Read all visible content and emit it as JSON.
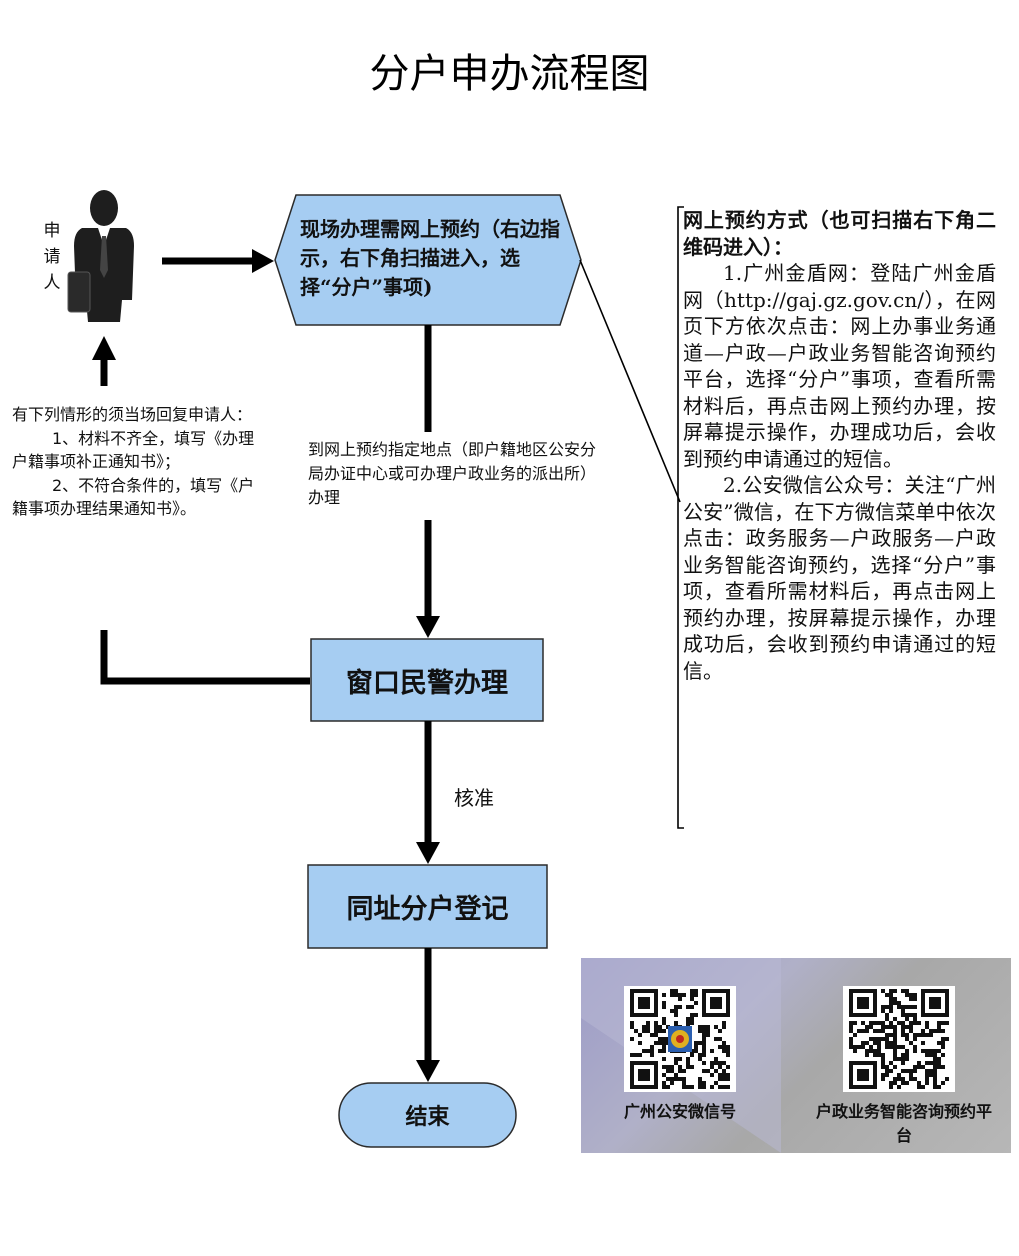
{
  "title": "分户申办流程图",
  "applicant_label": "申请人",
  "step1": {
    "label": "现场办理需网上预约（右边指示，右下角扫描进入，选择“分户”事项)"
  },
  "mid_note": "到网上预约指定地点（即户籍地区公安分局办证中心或可办理户政业务的派出所）办理",
  "left_note": {
    "intro": "有下列情形的须当场回复申请人：",
    "item1": "1、材料不齐全，填写《办理户籍事项补正通知书》；",
    "item2": "2、不符合条件的，填写《户籍事项办理结果通知书》。"
  },
  "step2": {
    "label": "窗口民警办理"
  },
  "verify_label": "核准",
  "step3": {
    "label": "同址分户登记"
  },
  "end": {
    "label": "结束"
  },
  "online_booking": {
    "title": "网上预约方式（也可扫描右下角二维码进入）：",
    "method1": "1.广州金盾网：登陆广州金盾网（http://gaj.gz.gov.cn/），在网页下方依次点击：网上办事业务通道—户政—户政业务智能咨询预约平台，选择“分户”事项，查看所需材料后，再点击网上预约办理，按屏幕提示操作，办理成功后，会收到预约申请通过的短信。",
    "method2": "2.公安微信公众号：关注“广州公安”微信，在下方微信菜单中依次点击：政务服务—户政服务—户政业务智能咨询预约，选择“分户”事项，查看所需材料后，再点击网上预约办理，按屏幕提示操作，办理成功后，会收到预约申请通过的短信。"
  },
  "qr_codes": [
    {
      "caption": "广州公安微信号"
    },
    {
      "caption": "户政业务智能咨询预约平台"
    }
  ],
  "colors": {
    "box_fill": "#a6cdf2",
    "box_stroke": "#2b2b2b",
    "arrow": "#000000"
  }
}
